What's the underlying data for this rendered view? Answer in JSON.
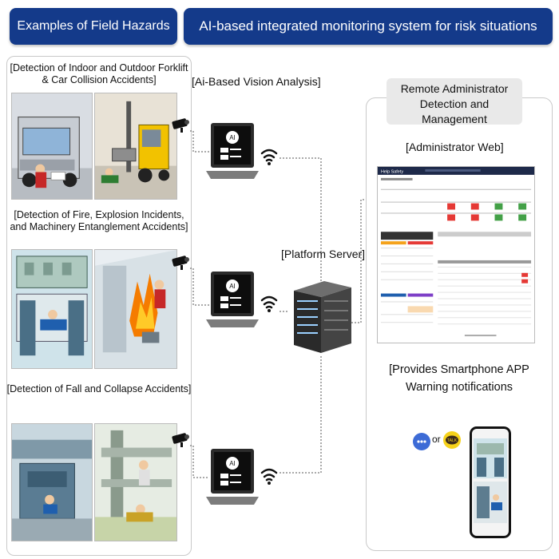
{
  "headers": {
    "left": "Examples of Field Hazards",
    "right": "AI-based integrated monitoring system for risk situations"
  },
  "hazards": [
    {
      "title": "[Detection of Indoor and Outdoor Forklift & Car Collision Accidents]"
    },
    {
      "title": "[Detection of Fire, Explosion Incidents, and Machinery Entanglement Accidents]"
    },
    {
      "title": "[Detection  of Fall and Collapse Accidents]"
    }
  ],
  "vision_label": "[Ai-Based Vision Analysis]",
  "server_label": "[Platform Server]",
  "laptop_badge": "AI",
  "remote": {
    "title": "Remote Administrator Detection and Management",
    "web_label": "[Administrator Web]",
    "web_brand": "Help Safety",
    "notif_label": "[Provides Smartphone APP Warning notifications",
    "or_text": "or",
    "talk_text": "TALK"
  },
  "colors": {
    "header_bg": "#143a8a",
    "alert_red": "#e53935",
    "ok_green": "#43a047",
    "web_nav": "#1e2a4a"
  }
}
